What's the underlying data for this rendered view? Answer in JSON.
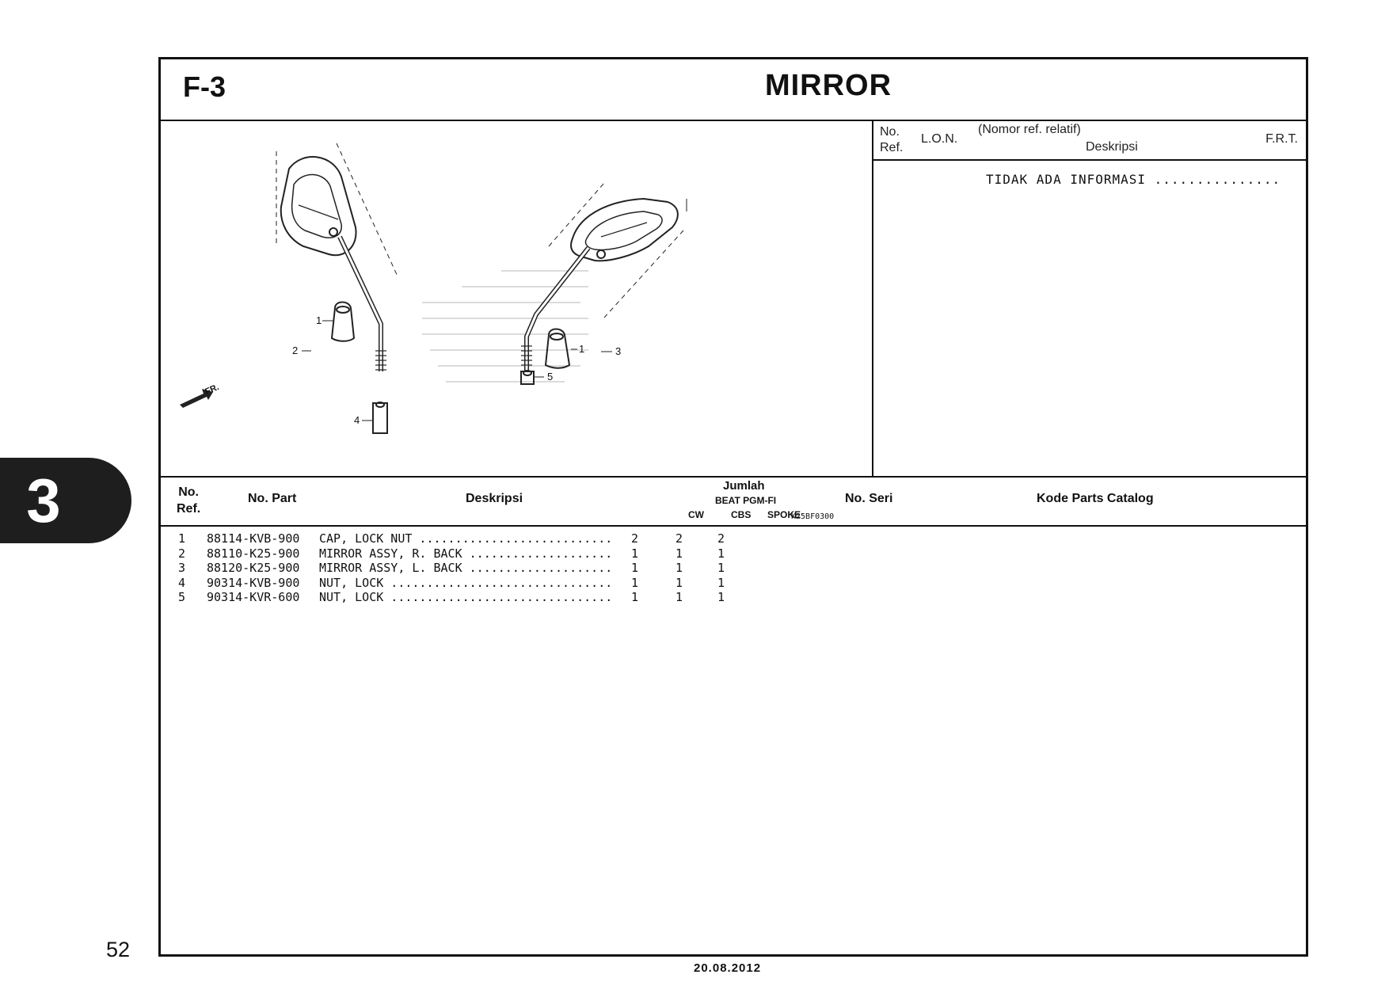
{
  "header": {
    "code": "F-3",
    "title": "MIRROR"
  },
  "diagram": {
    "labels": [
      "1",
      "2",
      "4",
      "1",
      "3",
      "5"
    ],
    "front_marker": "FR.",
    "code": "K25BF0300"
  },
  "info_panel": {
    "col_no_ref_1": "No.",
    "col_no_ref_2": "Ref.",
    "col_lon": "L.O.N.",
    "col_nomor": "(Nomor ref. relatif)",
    "col_deskripsi": "Deskripsi",
    "col_frt": "F.R.T.",
    "text": "TIDAK ADA INFORMASI ..............."
  },
  "parts_table": {
    "headers": {
      "no_ref_1": "No.",
      "no_ref_2": "Ref.",
      "no_part": "No. Part",
      "deskripsi": "Deskripsi",
      "jumlah": "Jumlah",
      "model": "BEAT PGM-FI",
      "cw": "CW",
      "cbs": "CBS",
      "spoke": "SPOKE",
      "no_seri": "No. Seri",
      "kode": "Kode Parts Catalog"
    },
    "rows": [
      {
        "ref": "1",
        "part": "88114-KVB-900",
        "desc": "CAP, LOCK NUT ..............................",
        "cw": "2",
        "cbs": "2",
        "spoke": "2"
      },
      {
        "ref": "2",
        "part": "88110-K25-900",
        "desc": "MIRROR ASSY, R. BACK .......................",
        "cw": "1",
        "cbs": "1",
        "spoke": "1"
      },
      {
        "ref": "3",
        "part": "88120-K25-900",
        "desc": "MIRROR ASSY, L. BACK .......................",
        "cw": "1",
        "cbs": "1",
        "spoke": "1"
      },
      {
        "ref": "4",
        "part": "90314-KVB-900",
        "desc": "NUT, LOCK ..................................",
        "cw": "1",
        "cbs": "1",
        "spoke": "1"
      },
      {
        "ref": "5",
        "part": "90314-KVR-600",
        "desc": "NUT, LOCK ..................................",
        "cw": "1",
        "cbs": "1",
        "spoke": "1"
      }
    ]
  },
  "side_tab": "3",
  "page_number": "52",
  "date": "20.08.2012"
}
